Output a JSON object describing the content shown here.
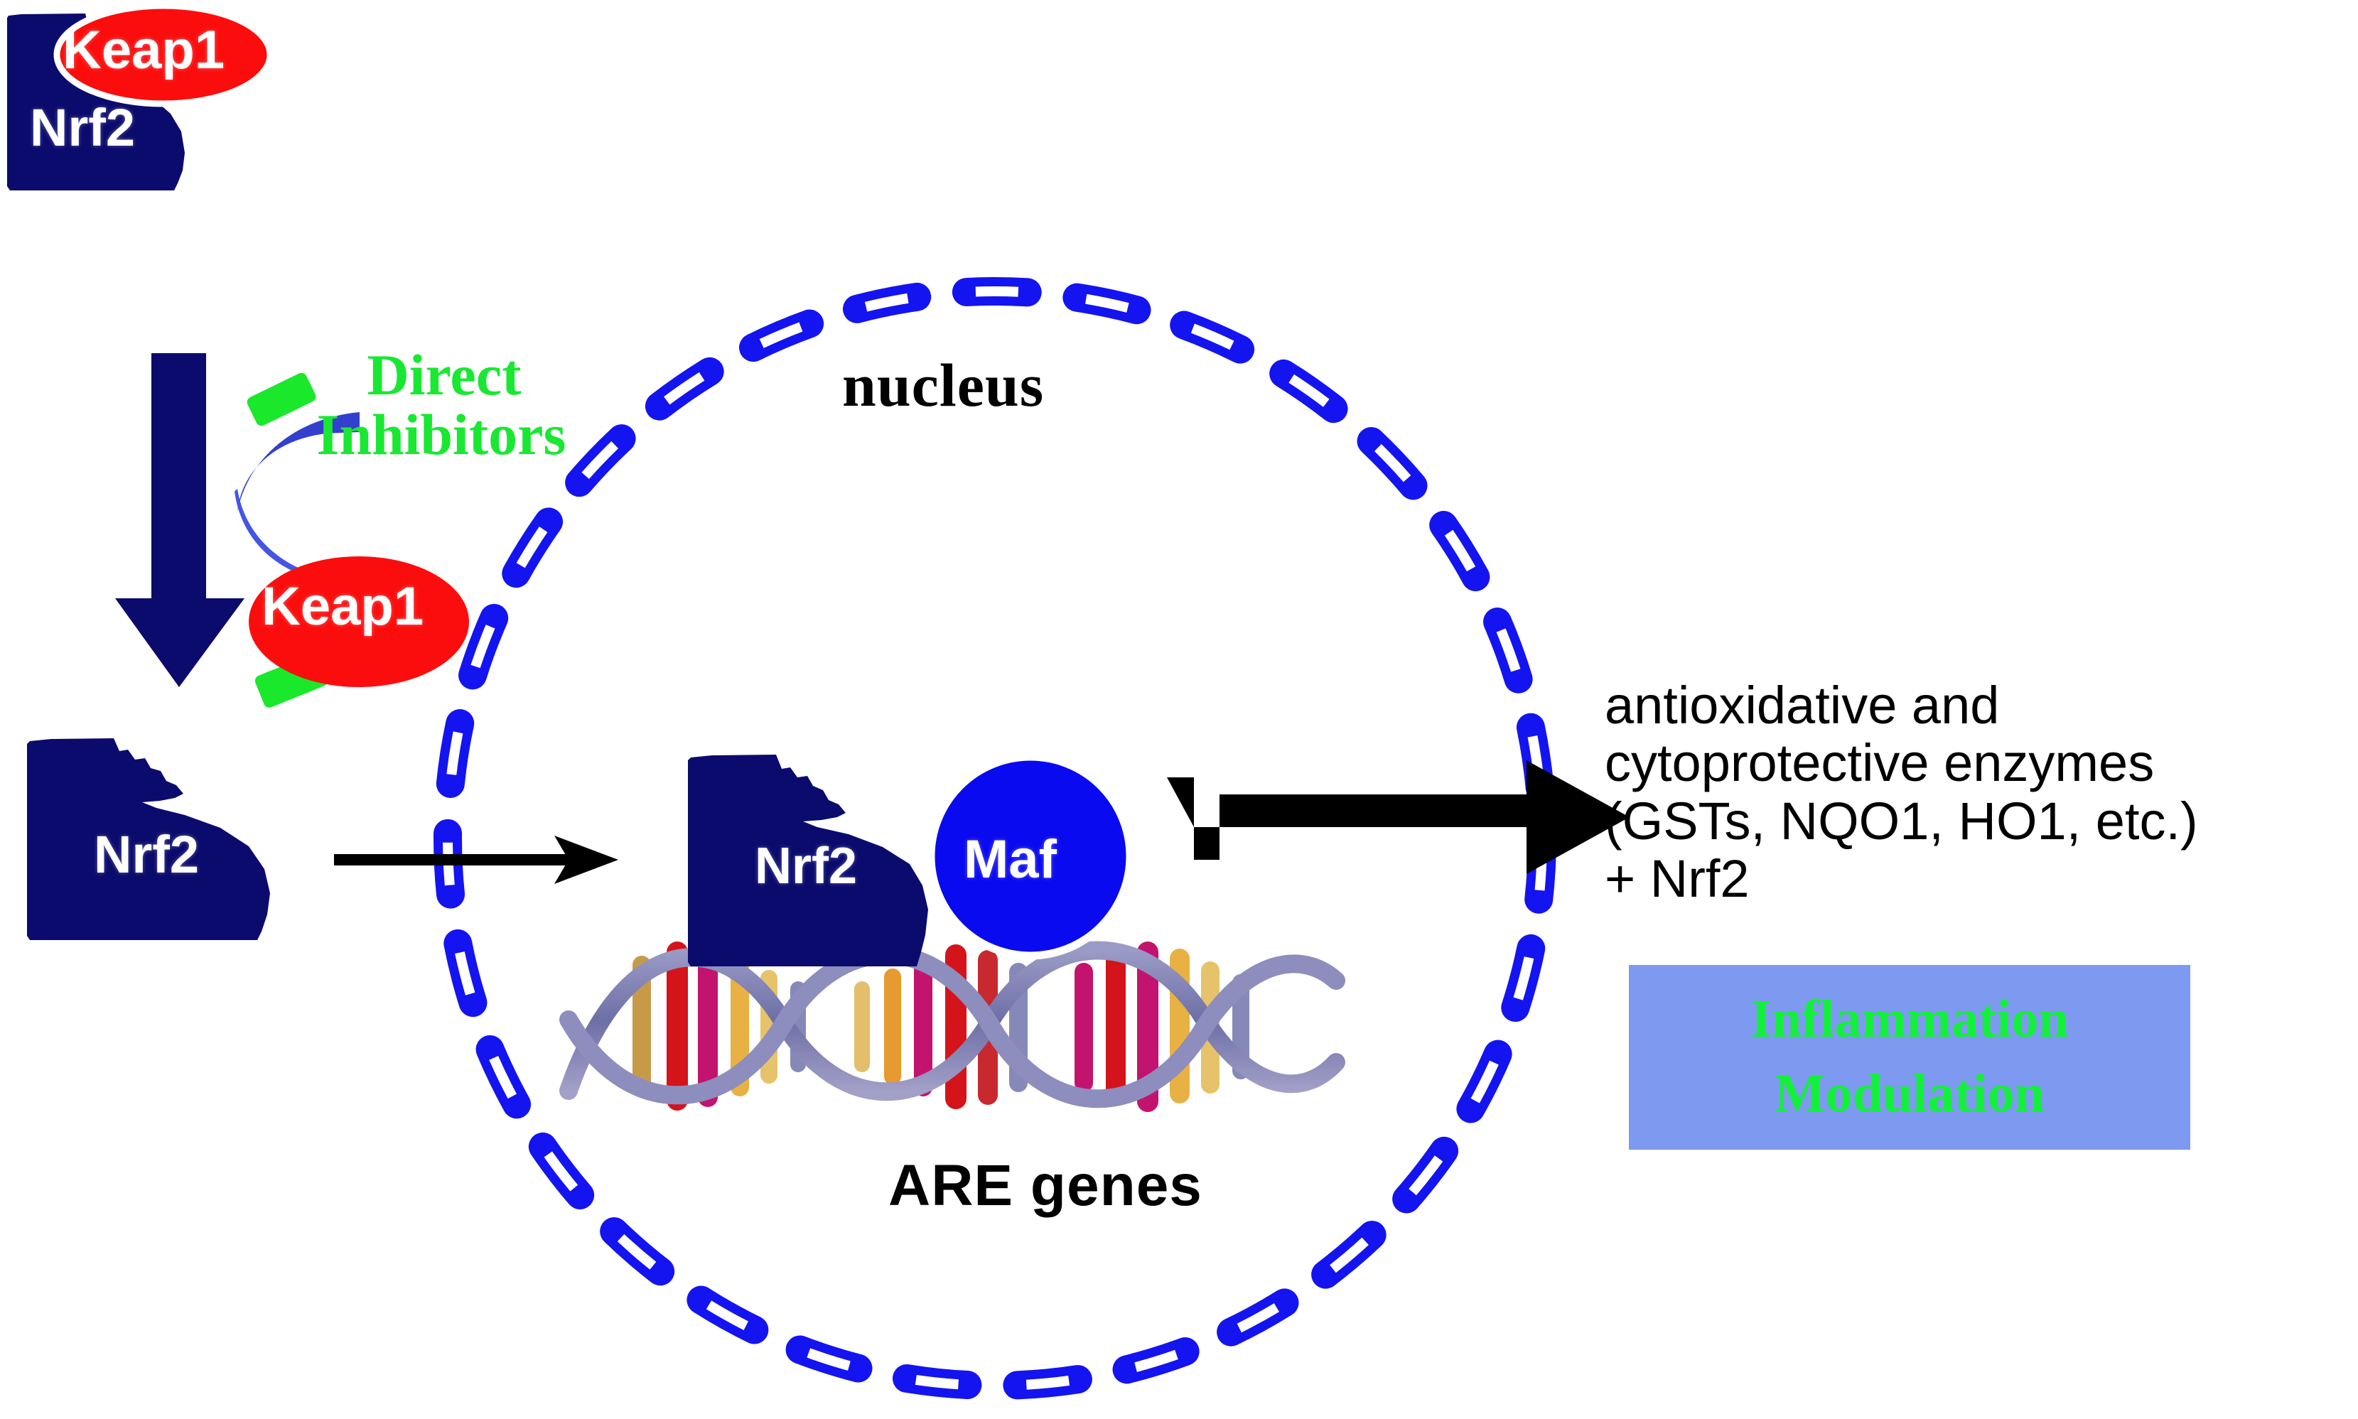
{
  "diagram": {
    "title": "Keap1-Nrf2-ARE signalling pathway",
    "labels": {
      "nucleus": "nucleus",
      "are_genes": "ARE genes",
      "direct_inhibitors_line1": "Direct",
      "direct_inhibitors_line2": "Inhibitors"
    },
    "proteins": {
      "keap1_top": "Keap1",
      "nrf2_top": "Nrf2",
      "keap1_free": "Keap1",
      "nrf2_free": "Nrf2",
      "nrf2_nucleus": "Nrf2",
      "maf": "Maf"
    },
    "output_text": {
      "line1": "antioxidative and",
      "line2": "cytoprotective enzymes",
      "line3": "(GSTs,  NQO1, HO1, etc.)",
      "line4": "+ Nrf2"
    },
    "inflammation_box": {
      "line1": "Inflammation",
      "line2": "Modulation"
    },
    "colors": {
      "keap1_red": "#FC0D0D",
      "nrf2_navy": "#0B0B6E",
      "maf_blue": "#0A0AF0",
      "nucleus_membrane_blue": "#1414F0",
      "inhibitor_green": "#19E82B",
      "text_green": "#19E832",
      "inflammation_box_bg": "#7E9AF0",
      "arrow_black": "#000000",
      "curved_arrow_blue": "#3340CE",
      "background": "#FFFFFF"
    },
    "icons": {
      "dna": "dna-double-helix-icon",
      "down_arrow": "thick-down-arrow-icon",
      "curved_arrow": "curved-inhibition-arrow-icon",
      "translocation_arrow": "thin-right-arrow-icon",
      "output_arrow": "bracket-right-arrow-icon",
      "nucleus_membrane": "dashed-circle-membrane-icon"
    }
  }
}
